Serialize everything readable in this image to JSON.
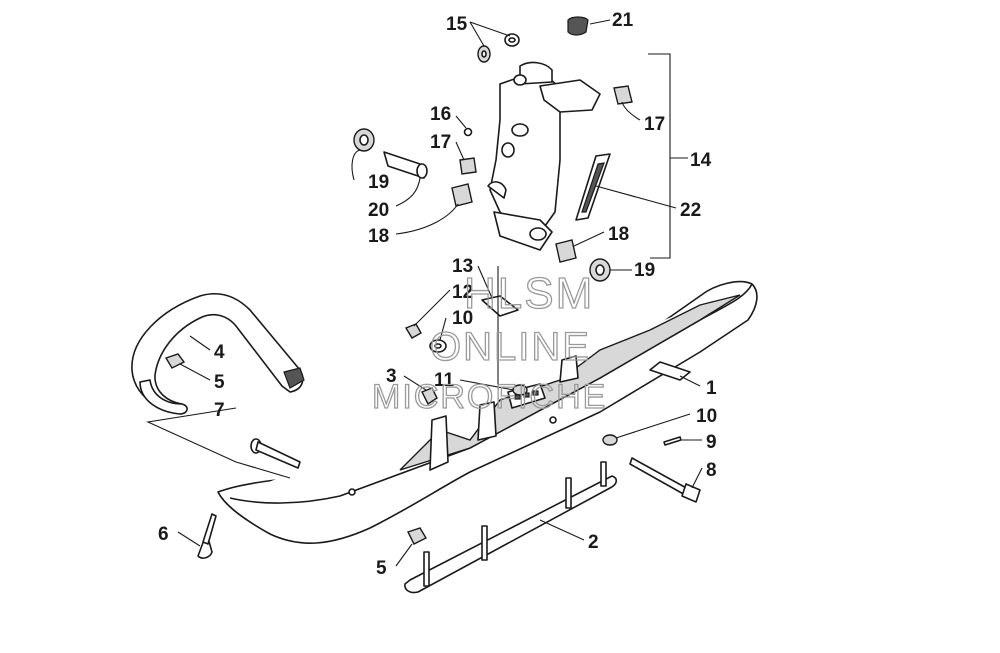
{
  "diagram": {
    "callouts": {
      "c1": "1",
      "c2": "2",
      "c3": "3",
      "c4": "4",
      "c5a": "5",
      "c5b": "5",
      "c6": "6",
      "c7": "7",
      "c8": "8",
      "c9": "9",
      "c10a": "10",
      "c10b": "10",
      "c11": "11",
      "c12": "12",
      "c13": "13",
      "c14": "14",
      "c15": "15",
      "c16": "16",
      "c17a": "17",
      "c17b": "17",
      "c18a": "18",
      "c18b": "18",
      "c19a": "19",
      "c19b": "19",
      "c20": "20",
      "c21": "21",
      "c22": "22"
    },
    "watermark": {
      "line1": "HLSM",
      "line2": "ONLINE",
      "line3": "MICROFICHE"
    }
  }
}
